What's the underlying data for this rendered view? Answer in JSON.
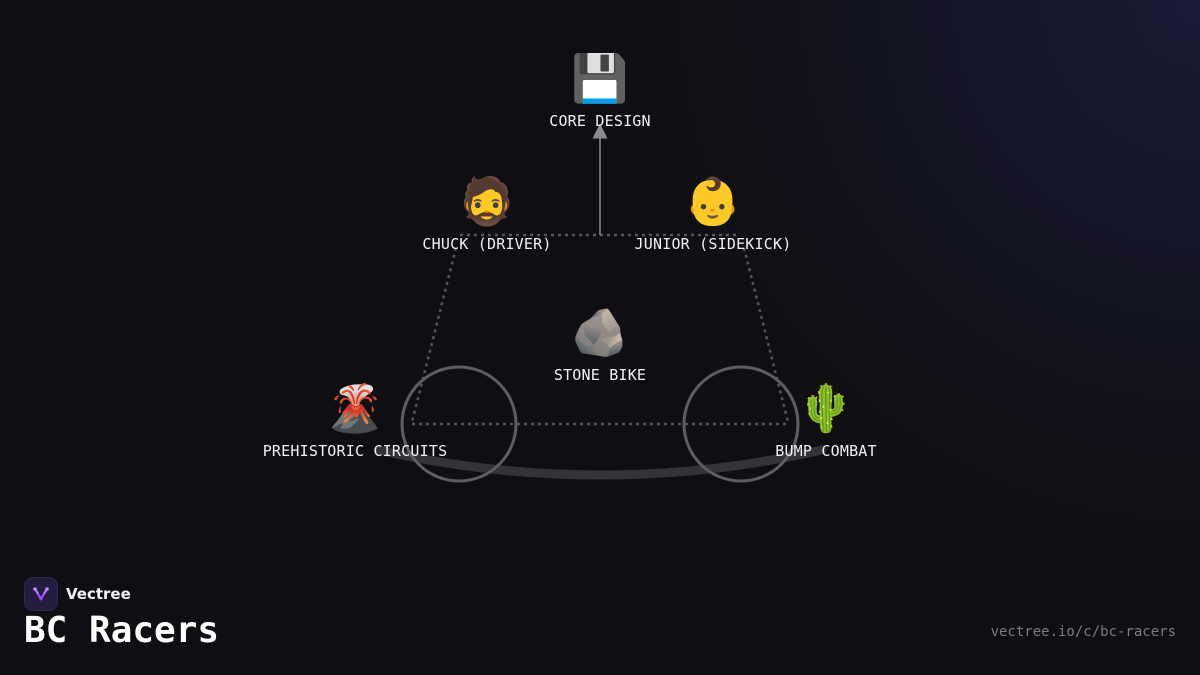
{
  "diagram": {
    "nodes": [
      {
        "id": "core",
        "icon": "💾",
        "icon_name": "floppy-disk-icon",
        "label": "CORE DESIGN"
      },
      {
        "id": "chuck",
        "icon": "🧔",
        "icon_name": "bearded-man-icon",
        "label": "CHUCK (DRIVER)"
      },
      {
        "id": "junior",
        "icon": "👶",
        "icon_name": "baby-icon",
        "label": "JUNIOR (SIDEKICK)"
      },
      {
        "id": "bike",
        "icon": "🪨",
        "icon_name": "rock-icon",
        "label": "STONE BIKE"
      },
      {
        "id": "circuits",
        "icon": "🌋",
        "icon_name": "volcano-icon",
        "label": "PREHISTORIC CIRCUITS"
      },
      {
        "id": "combat",
        "icon": "🌵",
        "icon_name": "cactus-icon",
        "label": "BUMP COMBAT"
      }
    ],
    "edges": [
      {
        "from": "bike",
        "to": "core",
        "style": "solid-arrow"
      }
    ],
    "colors": {
      "background": "#0f0f13",
      "accent_glow": "#1c1d3a",
      "dotted_outline": "#55555b",
      "wheel": "#5d5d63",
      "arrow": "#8a8a90",
      "brand_mark": "#9b4dff"
    }
  },
  "footer": {
    "brand": "Vectree",
    "brand_icon": "vectree-logo-icon",
    "title": "BC Racers",
    "url": "vectree.io/c/bc-racers"
  }
}
